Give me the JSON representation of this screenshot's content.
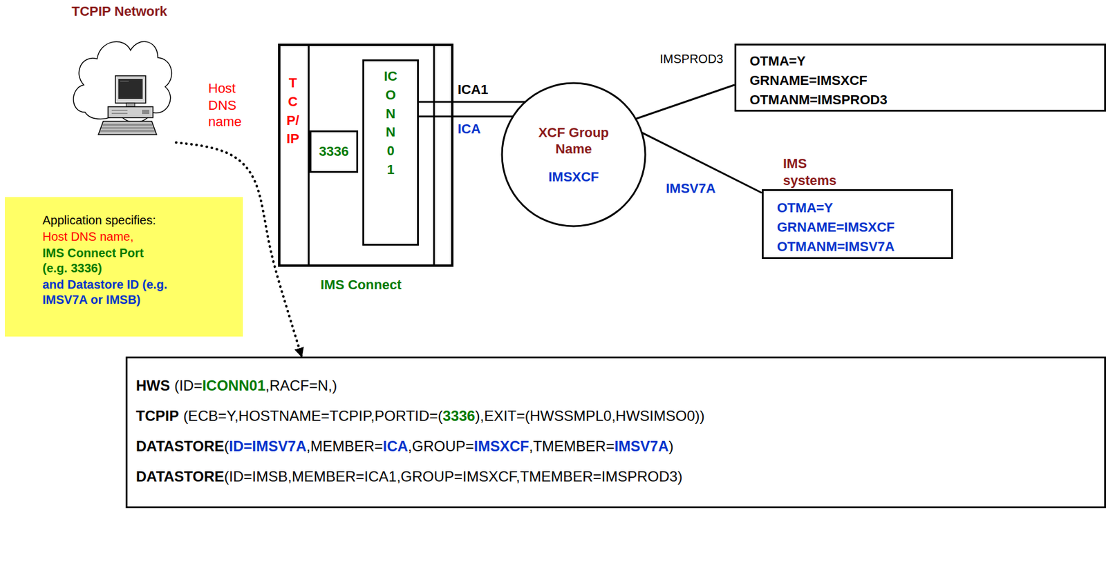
{
  "diagram": {
    "nodes": [
      {
        "text": [
          "TCPIP Network"
        ]
      },
      {
        "text": [
          "Application specifies:",
          "Host DNS name,",
          "IMS Connect Port (e.g. 3336)",
          "and Datastore ID (e.g. IMSV7A or IMSB)"
        ]
      },
      {
        "text": [
          "IMS Connect"
        ]
      },
      {
        "text": [
          "TCP/IP"
        ],
        "in": 2
      },
      {
        "text": [
          "3336"
        ],
        "in": 2
      },
      {
        "text": [
          "ICONN01"
        ],
        "in": 2
      },
      {
        "text": [
          "XCF Group Name",
          "IMSXCF"
        ]
      },
      {
        "text": [
          "OTMA=Y",
          "GRNAME=IMSXCF",
          "OTMANM=IMSPROD3"
        ]
      },
      {
        "text": [
          "OTMA=Y",
          "GRNAME=IMSXCF",
          "OTMANM=IMSV7A"
        ]
      },
      {
        "text": [
          "HWS",
          "(ID=",
          "ICONN01",
          ",RACF=N,)",
          "TCPIP",
          "(ECB=Y,HOSTNAME=TCPIP,PORTID=(",
          "3336",
          "),EXIT=(HWSSMPL0,HWSIMSO0))",
          "DATASTORE",
          "(",
          "ID=IMSV7A",
          ",MEMBER=",
          "ICA",
          ",GROUP=",
          "IMSXCF",
          ",TMEMBER=",
          "IMSV7A",
          ")",
          "DATASTORE",
          "(ID=IMSB,MEMBER=ICA1,GROUP=IMSXCF,TMEMBER=IMSPROD3)"
        ]
      }
    ],
    "edges": [
      {
        "from": 5,
        "to": 6,
        "label": "ICA1",
        "arrow": "none"
      },
      {
        "from": 5,
        "to": 6,
        "label": "ICA",
        "arrow": "none"
      },
      {
        "from": 6,
        "to": 7,
        "label": "IMSPROD3",
        "arrow": "none"
      },
      {
        "from": 6,
        "to": 8,
        "label": "IMSV7A",
        "arrow": "none"
      },
      {
        "from": 0,
        "to": 9,
        "arrow": "to"
      }
    ],
    "labels": [
      "Host DNS name",
      "IMS systems"
    ]
  }
}
